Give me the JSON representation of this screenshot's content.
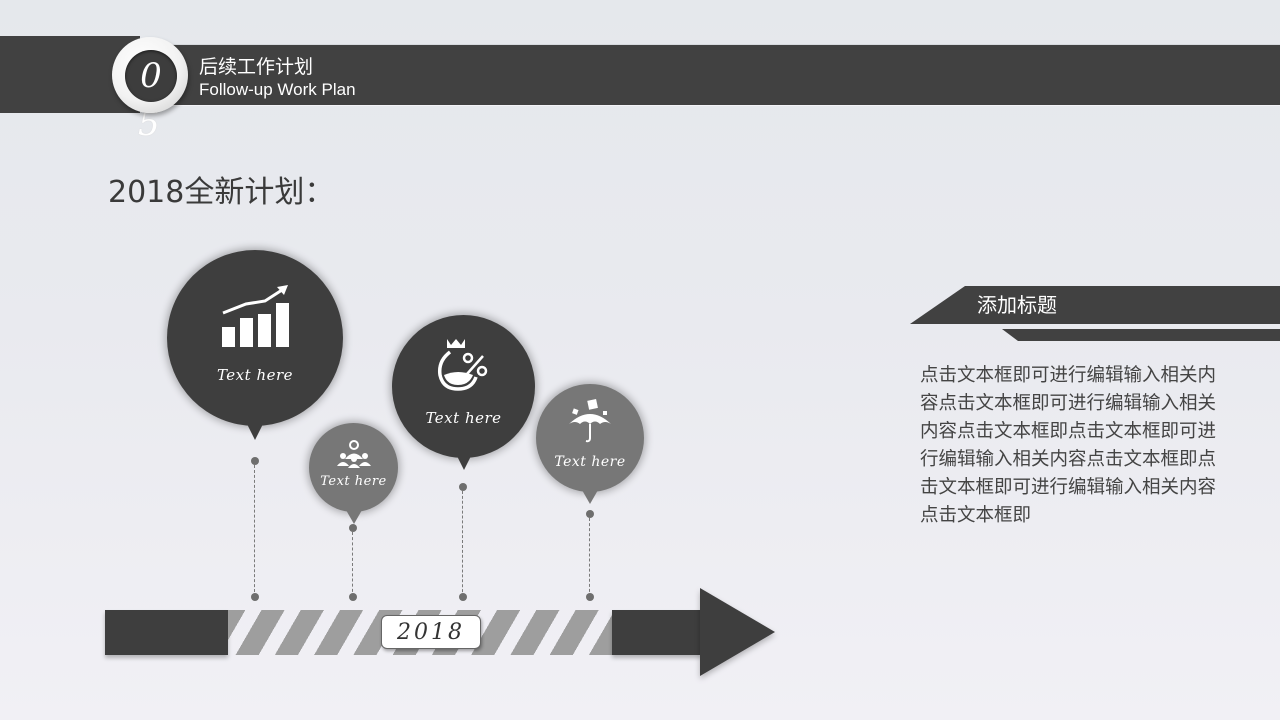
{
  "header": {
    "chapter_number": "05",
    "chapter_digit_1": "0",
    "chapter_digit_2": "5",
    "title_cn": "后续工作计划",
    "title_en": "Follow-up Work Plan"
  },
  "page_title": "2018全新计划：",
  "timeline": {
    "year_label": "2018",
    "milestones": [
      {
        "label": "Text here",
        "icon": "growth-chart-icon",
        "style": "dark"
      },
      {
        "label": "Text here",
        "icon": "team-meeting-icon",
        "style": "gray"
      },
      {
        "label": "Text here",
        "icon": "money-bag-percent-icon",
        "style": "dark"
      },
      {
        "label": "Text here",
        "icon": "umbrella-protection-icon",
        "style": "gray"
      }
    ]
  },
  "side_section": {
    "title": "添加标题",
    "body": "点击文本框即可进行编辑输入相关内容点击文本框即可进行编辑输入相关内容点击文本框即点击文本框即可进行编辑输入相关内容点击文本框即点击文本框即可进行编辑输入相关内容点击文本框即"
  },
  "colors": {
    "dark": "#3e3e3e",
    "gray": "#777777",
    "stripe": "#9e9e9e",
    "background_top": "#e5e8ec",
    "background_bottom": "#f1f0f5"
  }
}
